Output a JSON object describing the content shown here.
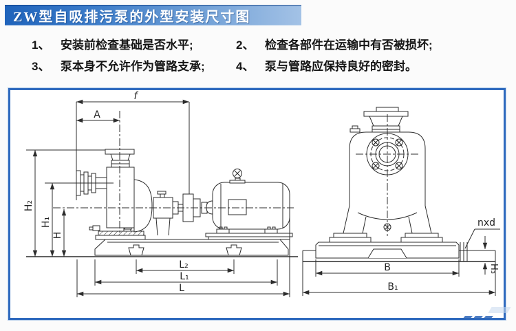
{
  "header": {
    "title": "ZW型自吸排污泵的外型安装尺寸图",
    "bg_from": "#1f63bb",
    "bg_to": "#a3c2e6",
    "text_color": "#ffffff"
  },
  "notes": {
    "items": [
      {
        "num": "1、",
        "text": "安装前检查基础是否水平;"
      },
      {
        "num": "2、",
        "text": "检查各部件在运输中有否被损坏;"
      },
      {
        "num": "3、",
        "text": "泵本身不允许作为管路支承;"
      },
      {
        "num": "4、",
        "text": "泵与管路应保持良好的密封。"
      }
    ]
  },
  "drawing": {
    "border_color": "#2f6abe",
    "line_color": "#2c2c2c",
    "views": {
      "left": "pump-and-motor-side-view",
      "right": "pump-front-view"
    },
    "labels": {
      "f": "f",
      "A": "A",
      "H2": "H₂",
      "H1": "H₁",
      "H": "H",
      "L2": "L₂",
      "L1": "L₁",
      "L": "L",
      "B": "B",
      "B1": "B₁",
      "H3": "H₃",
      "nxd": "nxd"
    }
  },
  "watermark": {
    "color": "#2e66b8"
  }
}
